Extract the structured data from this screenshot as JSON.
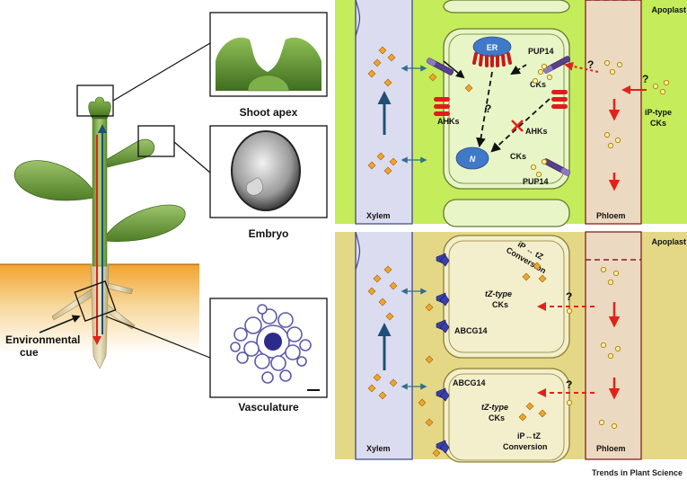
{
  "left": {
    "shoot_apex_label": "Shoot apex",
    "embryo_label": "Embryo",
    "vasculature_label": "Vasculature",
    "environmental_cue_label_line1": "Environmental",
    "environmental_cue_label_line2": "cue"
  },
  "top_panel": {
    "apoplast": "Apoplast",
    "xylem": "Xylem",
    "phloem": "Phloem",
    "er": "ER",
    "nucleus": "N",
    "pup14_upper": "PUP14",
    "pup14_lower": "PUP14",
    "cks_upper": "CKs",
    "cks_lower": "CKs",
    "ahks_left": "AHKs",
    "ahks_right": "AHKs",
    "question": "?",
    "ip_type_line1": "iP-type",
    "ip_type_line2": "CKs"
  },
  "bottom_panel": {
    "apoplast": "Apoplast",
    "xylem": "Xylem",
    "phloem": "Phloem",
    "conversion_upper_line1": "iP ↔ tZ",
    "conversion_upper_line2": "Conversion",
    "tz_upper_line1": "tZ-type",
    "tz_upper_line2": "CKs",
    "abcg14_upper": "ABCG14",
    "abcg14_lower": "ABCG14",
    "tz_lower_line1": "tZ-type",
    "tz_lower_line2": "CKs",
    "conversion_lower_line1": "iP↔tZ",
    "conversion_lower_line2": "Conversion",
    "question": "?"
  },
  "credit": "Trends in Plant Science",
  "colors": {
    "top_bg": "#c5ec5a",
    "bottom_bg": "#e4d887",
    "xylem": "#dcdcf0",
    "phloem": "#ecd9c1",
    "cell_top": "#e8f6c7",
    "cell_bottom": "#f3efcc",
    "arrow_red": "#e0231a",
    "xylem_arrow": "#1f4f75",
    "soil_top": "#f4a531",
    "plant_green": "#6d9e3a"
  }
}
